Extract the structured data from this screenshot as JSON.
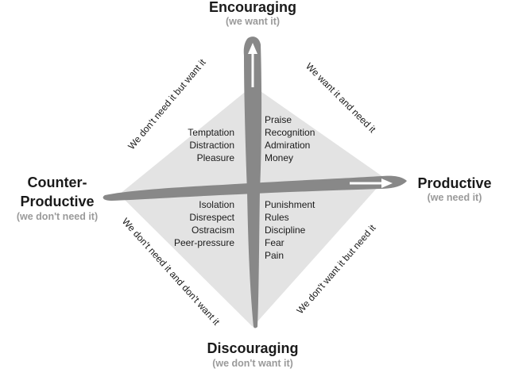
{
  "poles": {
    "top": {
      "title": "Encouraging",
      "subtitle": "(we want it)"
    },
    "bottom": {
      "title": "Discouraging",
      "subtitle": "(we don't want it)"
    },
    "left": {
      "title_line1": "Counter-",
      "title_line2": "Productive",
      "subtitle": "(we don't need it)"
    },
    "right": {
      "title": "Productive",
      "subtitle": "(we need it)"
    }
  },
  "diagonals": {
    "top_left": "We don't need it but want it",
    "top_right": "We want it and need it",
    "bottom_left": "We don't need it and don't want it",
    "bottom_right": "We don't want it but need it"
  },
  "quadrants": {
    "top_left": [
      "Temptation",
      "Distraction",
      "Pleasure"
    ],
    "top_right": [
      "Praise",
      "Recognition",
      "Admiration",
      "Money"
    ],
    "bottom_left": [
      "Isolation",
      "Disrespect",
      "Ostracism",
      "Peer-pressure"
    ],
    "bottom_right": [
      "Punishment",
      "Rules",
      "Discipline",
      "Fear",
      "Pain"
    ]
  },
  "colors": {
    "diamond": "#e3e3e3",
    "brush": "#888888",
    "arrow": "#ffffff"
  }
}
